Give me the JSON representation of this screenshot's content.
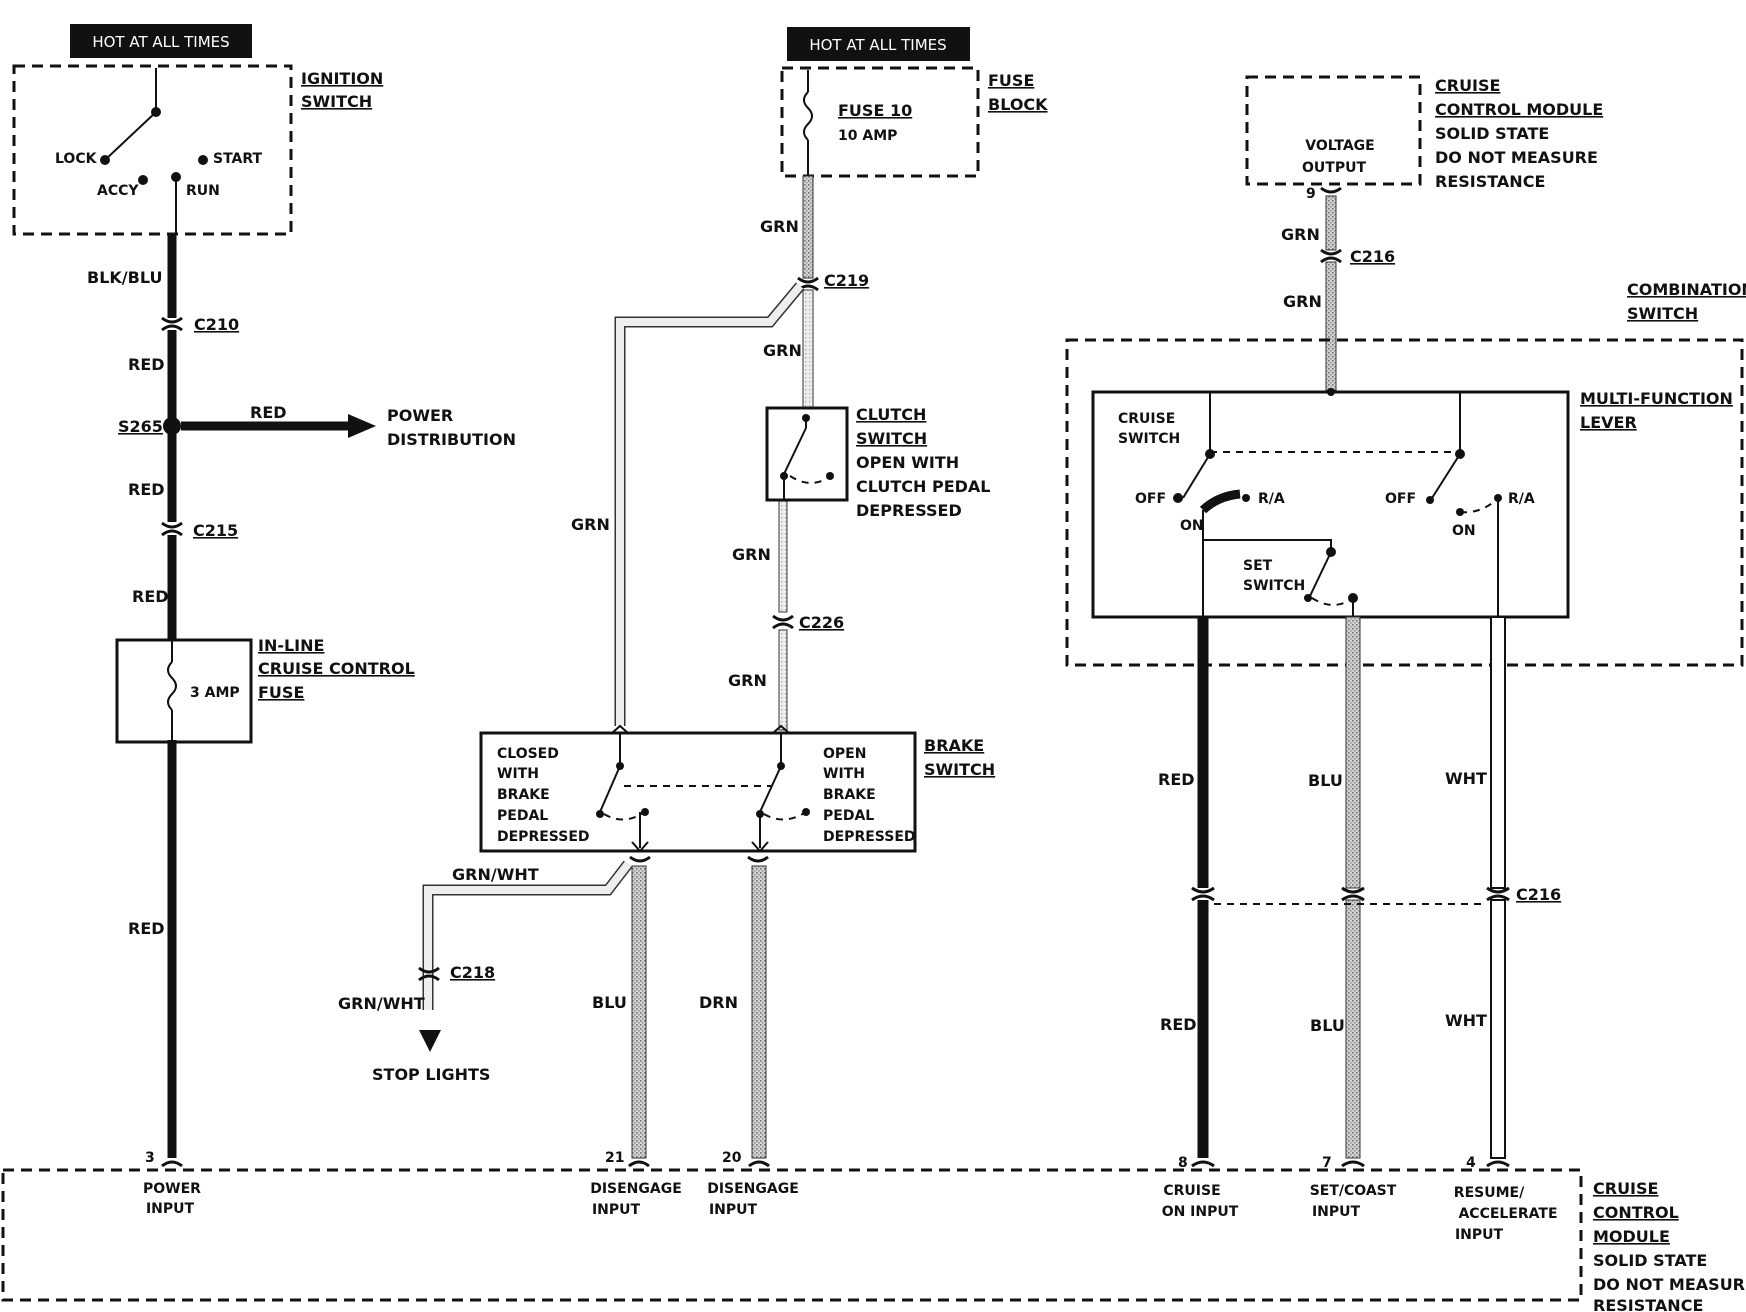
{
  "top_labels": {
    "hot_left": "HOT AT ALL TIMES",
    "hot_mid": "HOT AT ALL TIMES"
  },
  "ignition": {
    "name1": "IGNITION",
    "name2": "SWITCH",
    "lock": "LOCK",
    "start": "START",
    "accy": "ACCY",
    "run": "RUN"
  },
  "fuse_block": {
    "name1": "FUSE",
    "name2": "BLOCK",
    "fuse": "FUSE 10",
    "amp": "10 AMP"
  },
  "ccm_top": {
    "l1": "CRUISE",
    "l2": "CONTROL MODULE",
    "l3": "SOLID STATE",
    "l4": "DO NOT MEASURE",
    "l5": "RESISTANCE",
    "vo1": "VOLTAGE",
    "vo2": "OUTPUT",
    "pin": "9"
  },
  "wires": {
    "blk_blu": "BLK/BLU",
    "red1": "RED",
    "red2": "RED",
    "red3": "RED",
    "red_branch": "RED",
    "red4": "RED",
    "grn1": "GRN",
    "grn2": "GRN",
    "grn3": "GRN",
    "grn4": "GRN",
    "grn5": "GRN",
    "grn_wht1": "GRN/WHT",
    "grn_wht2": "GRN/WHT",
    "blu1": "BLU",
    "drn": "DRN",
    "grn6": "GRN",
    "grn7": "GRN",
    "red5": "RED",
    "red6": "RED",
    "blu2": "BLU",
    "blu3": "BLU",
    "wht1": "WHT",
    "wht2": "WHT"
  },
  "connectors": {
    "c210": "C210",
    "c215": "C215",
    "c219": "C219",
    "c226": "C226",
    "c218": "C218",
    "c216a": "C216",
    "c216b": "C216",
    "s265": "S265"
  },
  "power_dist": {
    "l1": "POWER",
    "l2": "DISTRIBUTION"
  },
  "inline_fuse": {
    "l1": "IN-LINE",
    "l2": "CRUISE CONTROL",
    "l3": "FUSE",
    "amp": "3 AMP"
  },
  "clutch": {
    "l1": "CLUTCH",
    "l2": "SWITCH",
    "l3": "OPEN WITH",
    "l4": "CLUTCH PEDAL",
    "l5": "DEPRESSED"
  },
  "brake": {
    "name1": "BRAKE",
    "name2": "SWITCH",
    "c1": "CLOSED",
    "c2": "WITH",
    "c3": "BRAKE",
    "c4": "PEDAL",
    "c5": "DEPRESSED",
    "o1": "OPEN",
    "o2": "WITH",
    "o3": "BRAKE",
    "o4": "PEDAL",
    "o5": "DEPRESSED"
  },
  "stop_lights": "STOP LIGHTS",
  "combination": {
    "l1": "COMBINATION",
    "l2": "SWITCH",
    "mf1": "MULTI-FUNCTION",
    "mf2": "LEVER",
    "cs1": "CRUISE",
    "cs2": "SWITCH",
    "off1": "OFF",
    "ra1": "R/A",
    "on1": "ON",
    "off2": "OFF",
    "ra2": "R/A",
    "on2": "ON",
    "set1": "SET",
    "set2": "SWITCH"
  },
  "ccm_bottom": {
    "l1": "CRUISE",
    "l2": "CONTROL",
    "l3": "MODULE",
    "l4": "SOLID STATE",
    "l5": "DO NOT MEASURE",
    "l6": "RESISTANCE",
    "pins": [
      {
        "num": "3",
        "l1": "POWER",
        "l2": "INPUT"
      },
      {
        "num": "21",
        "l1": "DISENGAGE",
        "l2": "INPUT"
      },
      {
        "num": "20",
        "l1": "DISENGAGE",
        "l2": "INPUT"
      },
      {
        "num": "8",
        "l1": "CRUISE",
        "l2": "ON INPUT"
      },
      {
        "num": "7",
        "l1": "SET/COAST",
        "l2": "INPUT"
      },
      {
        "num": "4",
        "l1": "RESUME/",
        "l2": "ACCELERATE",
        "l3": "INPUT"
      }
    ]
  }
}
